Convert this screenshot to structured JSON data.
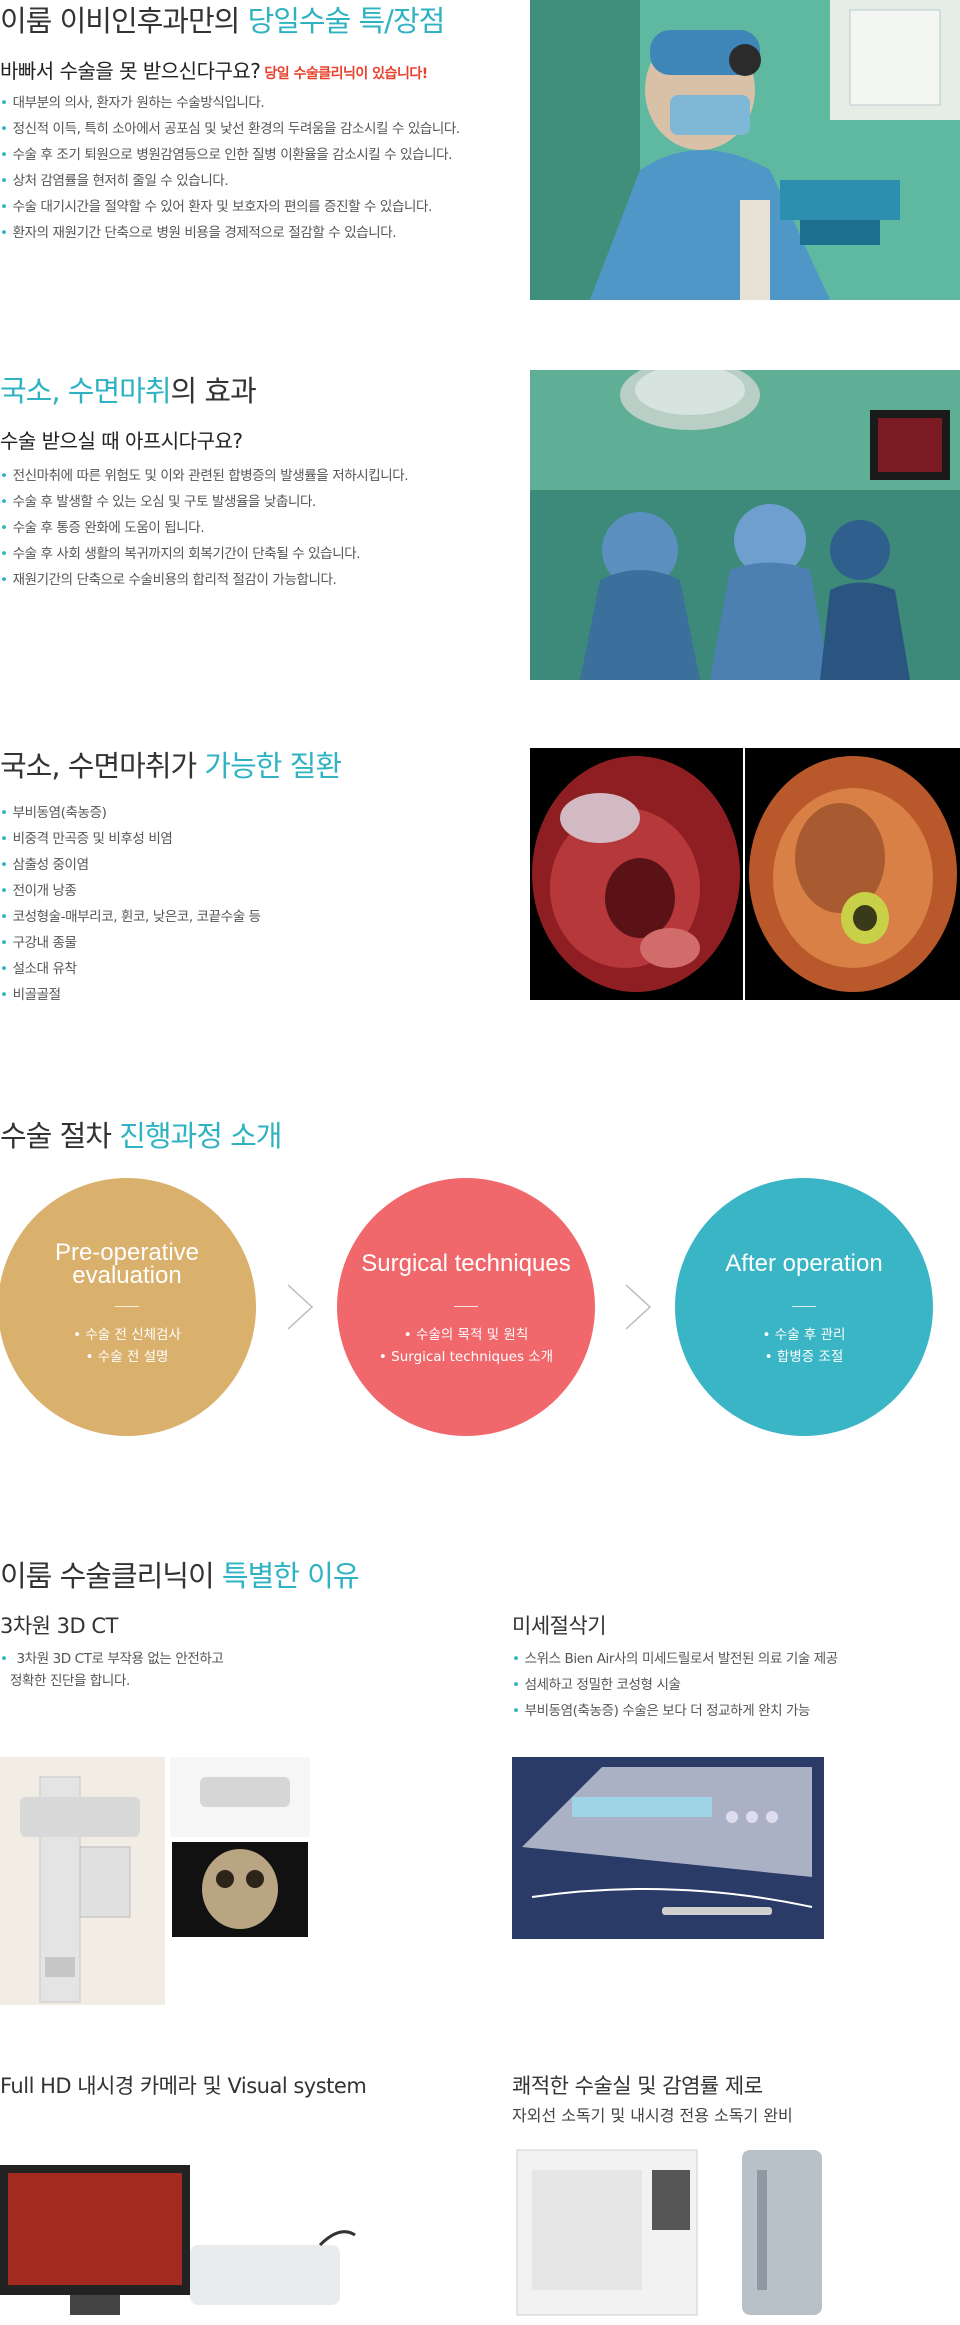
{
  "sec1": {
    "title_a": "이룸 이비인후과만의 ",
    "title_b": "당일수술 특/장점",
    "subtitle": "바빠서 수술을 못 받으신다구요?",
    "subtitle_red": "당일 수술클리닉이 있습니다!",
    "bullets": [
      "대부분의 의사, 환자가 원하는 수술방식입니다.",
      "정신적 이득, 특히 소아에서 공포심 및 낯선 환경의 두려움을 감소시킬 수 있습니다.",
      "수술 후 조기 퇴원으로 병원감염등으로 인한 질병 이환율을 감소시킬 수 있습니다.",
      "상처 감염률을 현저히 줄일 수 있습니다.",
      "수술 대기시간을 절약할 수 있어 환자 및 보호자의 편의를 증진할 수 있습니다.",
      "환자의 재원기간 단축으로 병원 비용을 경제적으로 절감할 수 있습니다."
    ]
  },
  "sec2": {
    "title_a": "국소, 수면마취",
    "title_b": "의 효과",
    "subtitle": "수술 받으실 때 아프시다구요?",
    "bullets": [
      "전신마취에 따른 위험도 및 이와 관련된 합병증의 발생률을 저하시킵니다.",
      "수술 후 발생할 수 있는 오심 및 구토 발생율을 낮춥니다.",
      "수술 후 통증 완화에 도움이 됩니다.",
      "수술 후 사회 생활의 복귀까지의 회복기간이 단축될 수 있습니다.",
      "재원기간의 단축으로 수술비용의 합리적 절감이 가능합니다."
    ]
  },
  "sec3": {
    "title_a": "국소, 수면마취가 ",
    "title_b": "가능한 질환",
    "bullets": [
      "부비동염(축농증)",
      "비중격 만곡증 및 비후성 비염",
      "삼출성 중이염",
      "전이개 낭종",
      "코성형술-매부리코, 휜코, 낮은코, 코끝수술 등",
      "구강내 종물",
      "설소대 유착",
      "비골골절"
    ]
  },
  "sec4": {
    "title_a": "수술 절차 ",
    "title_b": "진행과정 소개",
    "steps": [
      {
        "title1": "Pre-operative",
        "title2": "evaluation",
        "item1": "• 수술 전 신체검사",
        "item2": "• 수술 전 설명",
        "color": "#d9b06c"
      },
      {
        "title1": "Surgical techniques",
        "title2": "",
        "item1": "• 수술의 목적 및 원칙",
        "item2": "• Surgical techniques 소개",
        "color": "#f0686c"
      },
      {
        "title1": "After operation",
        "title2": "",
        "item1": "• 수술 후 관리",
        "item2": "• 합병증 조절",
        "color": "#3ab5c5"
      }
    ]
  },
  "sec5": {
    "title_a": "이룸 수술클리닉이 ",
    "title_b": "특별한 이유",
    "ct": {
      "title": "3차원 3D CT",
      "desc1": "3차원 3D CT로 부작용 없는 안전하고",
      "desc2": "정확한 진단을 합니다."
    },
    "micro": {
      "title": "미세절삭기",
      "bullets": [
        "스위스 Bien Air사의 미세드릴로서 발전된 의료 기술 제공",
        "섬세하고 정밀한 코성형 시술",
        "부비동염(축농증) 수술은 보다 더 정교하게 완치 가능"
      ]
    },
    "hd": {
      "title": "Full HD 내시경 카메라 및 Visual system"
    },
    "room": {
      "title": "쾌적한 수술실 및 감염률 제로",
      "subtitle": "자외선 소독기 및 내시경 전용 소독기 완비"
    }
  },
  "colors": {
    "accent": "#2fb3c2",
    "red": "#e8402d"
  }
}
